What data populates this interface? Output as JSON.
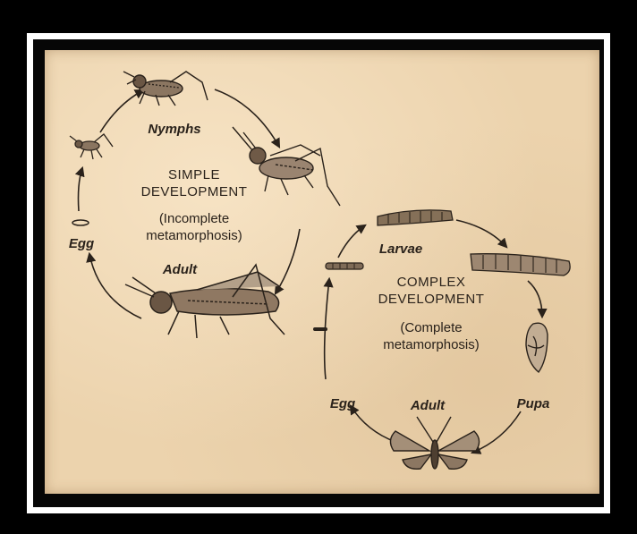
{
  "simple": {
    "title_line1": "SIMPLE",
    "title_line2": "DEVELOPMENT",
    "sub_line1": "(Incomplete",
    "sub_line2": "metamorphosis)",
    "stages": {
      "nymphs": "Nymphs",
      "egg": "Egg",
      "adult": "Adult"
    }
  },
  "complex": {
    "title_line1": "COMPLEX",
    "title_line2": "DEVELOPMENT",
    "sub_line1": "(Complete",
    "sub_line2": "metamorphosis)",
    "stages": {
      "larvae": "Larvae",
      "pupa": "Pupa",
      "egg": "Egg",
      "adult": "Adult"
    }
  },
  "colors": {
    "ink": "#2a221b",
    "paper": "#ecd3ad",
    "frame": "#000000",
    "border": "#ffffff"
  }
}
